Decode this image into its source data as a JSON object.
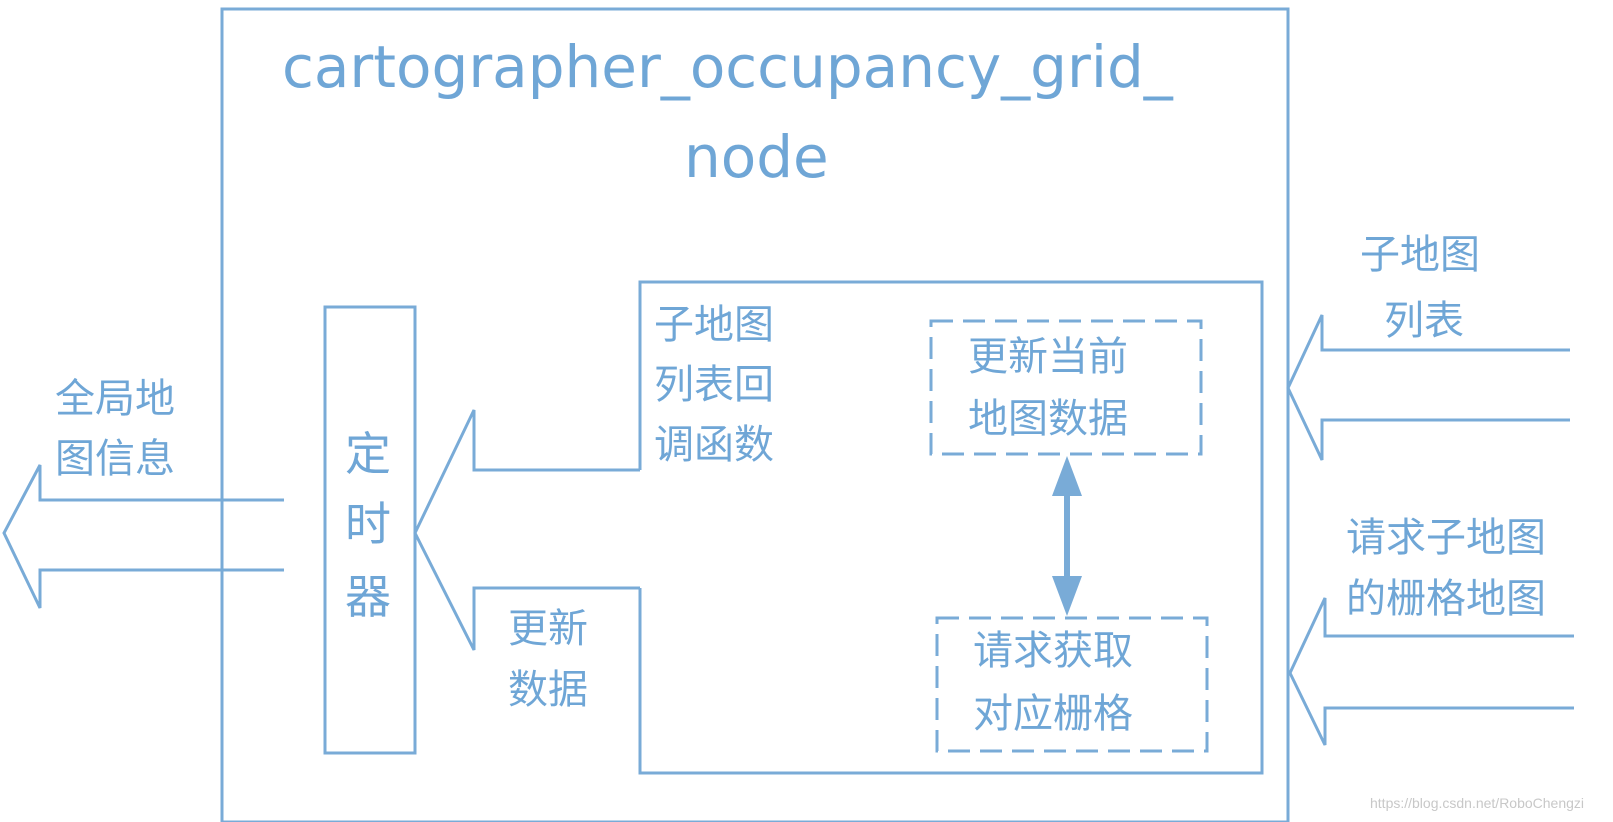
{
  "diagram": {
    "title_line1": "cartographer_occupancy_grid_",
    "title_line2": "node",
    "timer": [
      "定",
      "时",
      "器"
    ],
    "left_output": [
      "全局地",
      "图信息"
    ],
    "submap_callback": [
      "子地图",
      "列表回",
      "调函数"
    ],
    "update_data": [
      "更新",
      "数据"
    ],
    "update_current_map": [
      "更新当前",
      "地图数据"
    ],
    "request_grid": [
      "请求获取",
      "对应栅格"
    ],
    "right_input_top": [
      "子地图",
      "列表"
    ],
    "right_input_bottom": [
      "请求子地图",
      "的栅格地图"
    ],
    "watermark": "https://blog.csdn.net/RoboChengzi"
  },
  "colors": {
    "line": "#79abd7",
    "text": "#6fa6d6",
    "watermark": "#c8c8c8"
  }
}
